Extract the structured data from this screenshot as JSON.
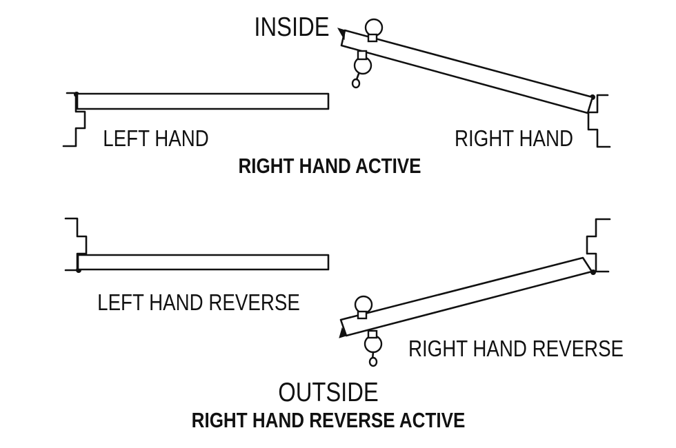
{
  "diagram": {
    "top": {
      "label_inside": "INSIDE",
      "label_left": "LEFT HAND",
      "label_right": "RIGHT HAND",
      "caption": "RIGHT HAND ACTIVE"
    },
    "bottom": {
      "label_left": "LEFT HAND REVERSE",
      "label_right": "RIGHT HAND REVERSE",
      "label_outside": "OUTSIDE",
      "caption": "RIGHT HAND REVERSE ACTIVE"
    }
  }
}
